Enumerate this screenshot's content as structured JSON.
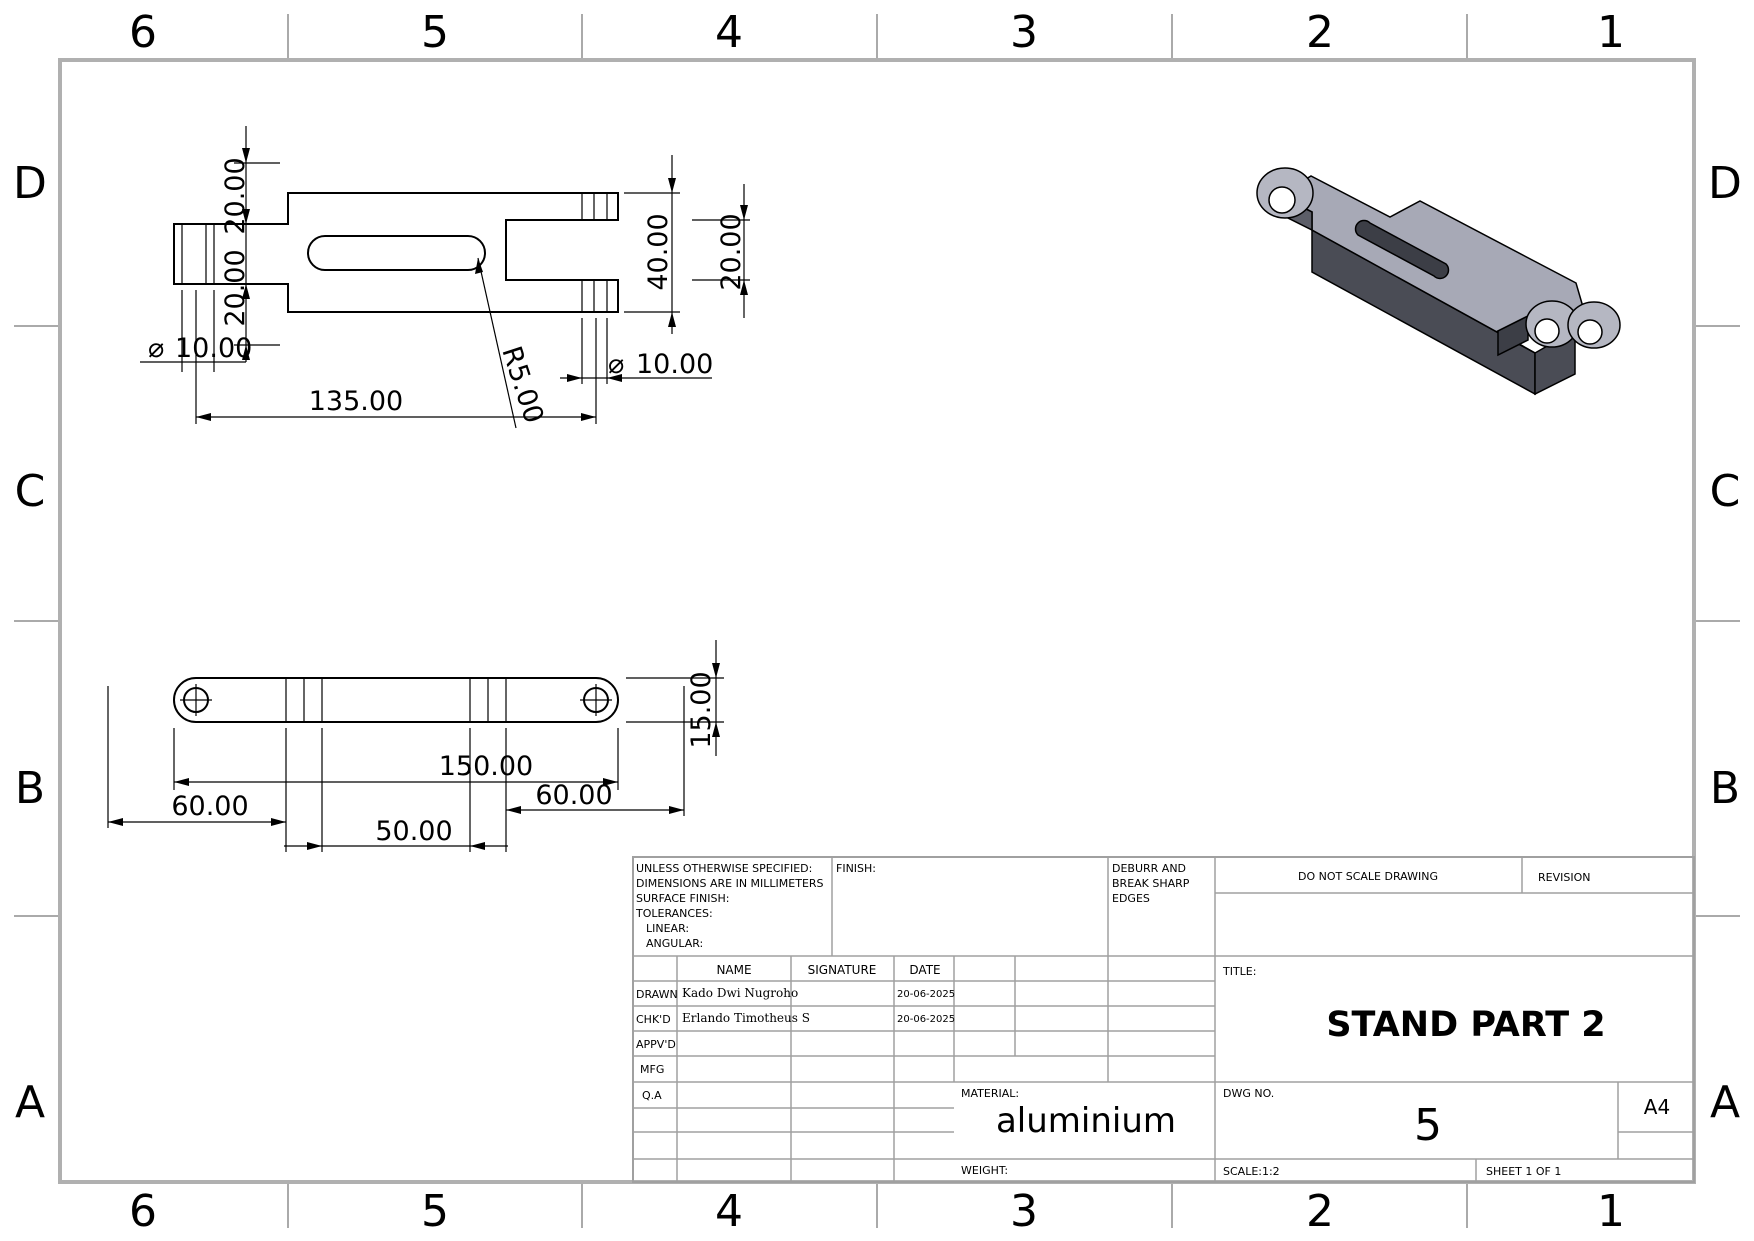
{
  "zones": {
    "columns": [
      "6",
      "5",
      "4",
      "3",
      "2",
      "1"
    ],
    "rows": [
      "D",
      "C",
      "B",
      "A"
    ]
  },
  "dimensions": {
    "top_view": {
      "height_upper": "20.00",
      "height_lower": "20.00",
      "fork_height": "40.00",
      "fork_gap": "20.00",
      "left_hole": "10.00",
      "right_hole": "10.00",
      "overall_length": "135.00",
      "slot_radius": "R5.00",
      "diameter_symbol": "⌀"
    },
    "side_view": {
      "thickness": "15.00",
      "overall_length": "150.00",
      "left_offset": "60.00",
      "right_offset": "60.00",
      "middle": "50.00"
    }
  },
  "title_block": {
    "notes": [
      "UNLESS OTHERWISE SPECIFIED:",
      "DIMENSIONS ARE IN MILLIMETERS",
      "SURFACE FINISH:",
      "TOLERANCES:",
      "LINEAR:",
      "ANGULAR:"
    ],
    "finish_label": "FINISH:",
    "deburr": [
      "DEBURR AND",
      "BREAK SHARP",
      "EDGES"
    ],
    "do_not_scale": "DO NOT SCALE DRAWING",
    "revision_label": "REVISION",
    "col_name": "NAME",
    "col_signature": "SIGNATURE",
    "col_date": "DATE",
    "drawn_label": "DRAWN",
    "drawn_name": "Kado Dwi Nugroho",
    "drawn_date": "20-06-2025",
    "checked_label": "CHK'D",
    "checked_name": "Erlando Timotheus S",
    "checked_date": "20-06-2025",
    "approved_label": "APPV'D",
    "mfg_label": "MFG",
    "qa_label": "Q.A",
    "material_label": "MATERIAL:",
    "material_value": "aluminium",
    "weight_label": "WEIGHT:",
    "title_label": "TITLE:",
    "title_value": "STAND PART 2",
    "dwg_no_label": "DWG NO.",
    "dwg_no_value": "5",
    "size_value": "A4",
    "scale_value": "SCALE:1:2",
    "sheet_value": "SHEET 1 OF 1"
  },
  "colors": {
    "line": "#000000",
    "frame": "#b0b0b0",
    "part_top": "#a9abb8",
    "part_side": "#5c5e68",
    "part_dark": "#3c3e46"
  }
}
